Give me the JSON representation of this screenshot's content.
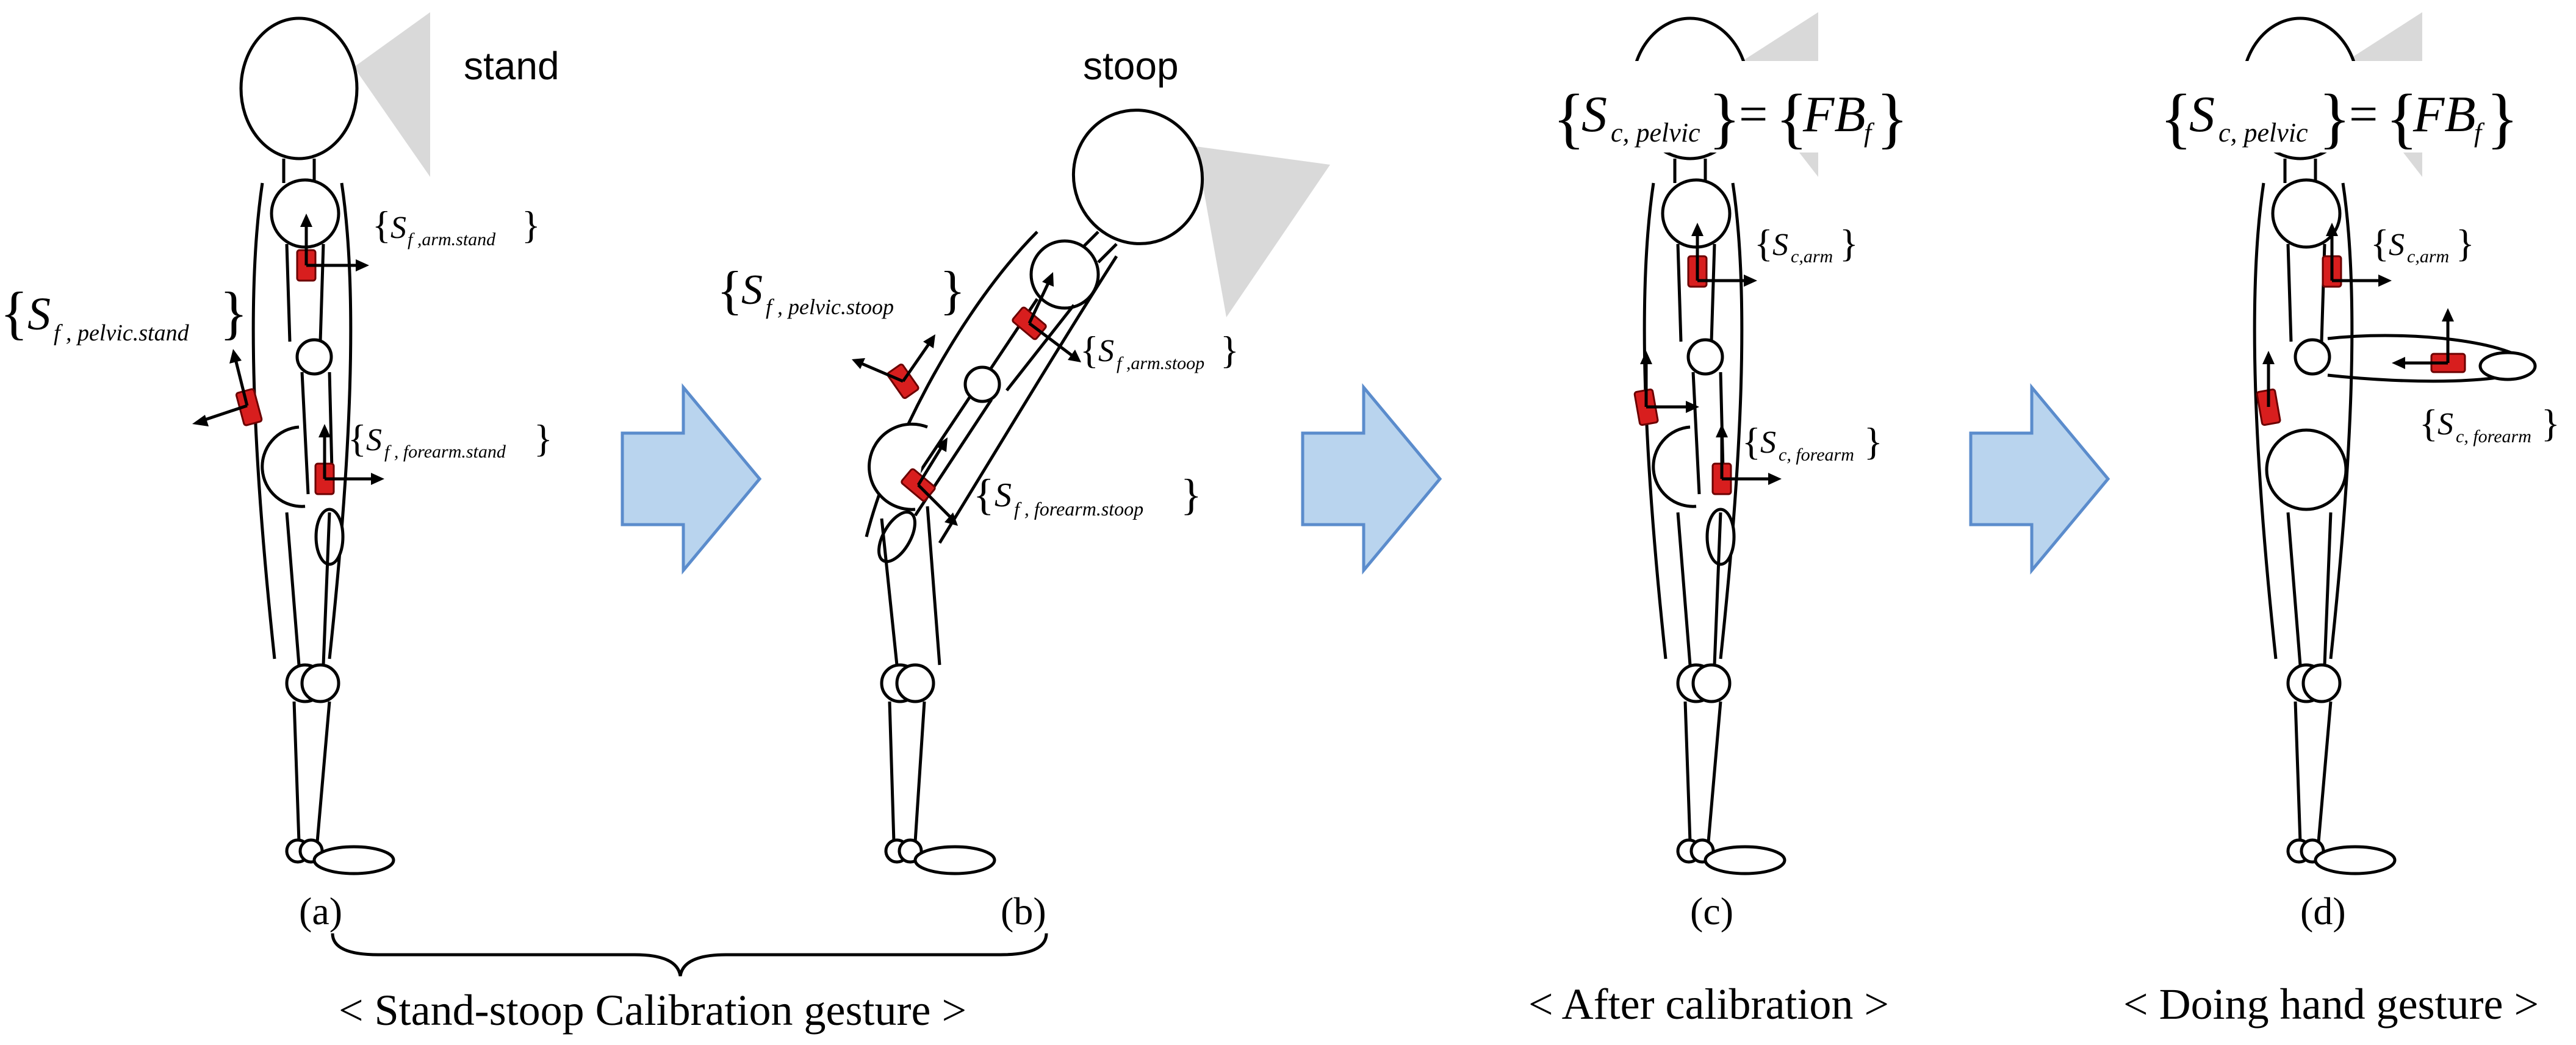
{
  "posture_labels": {
    "stand": "stand",
    "stoop": "stoop"
  },
  "panel_ids": [
    "(a)",
    "(b)",
    "(c)",
    "(d)"
  ],
  "captions": {
    "calibration_gesture": "< Stand-stoop Calibration gesture >",
    "after_calibration": "< After calibration >",
    "doing_hand_gesture": "< Doing hand gesture >"
  },
  "frames": {
    "a_arm": {
      "main": "S",
      "sub": "f ,arm.stand"
    },
    "a_pelvic": {
      "main": "S",
      "sub": "f , pelvic.stand"
    },
    "a_forearm": {
      "main": "S",
      "sub": "f , forearm.stand"
    },
    "b_pelvic": {
      "main": "S",
      "sub": "f , pelvic.stoop"
    },
    "b_arm": {
      "main": "S",
      "sub": "f ,arm.stoop"
    },
    "b_forearm": {
      "main": "S",
      "sub": "f , forearm.stoop"
    },
    "c_eq_left": {
      "main": "S",
      "sub": "c, pelvic"
    },
    "c_eq_right": {
      "main": "FB",
      "sub": "f"
    },
    "c_arm": {
      "main": "S",
      "sub": "c,arm"
    },
    "c_forearm": {
      "main": "S",
      "sub": "c, forearm"
    },
    "d_eq_left": {
      "main": "S",
      "sub": "c, pelvic"
    },
    "d_eq_right": {
      "main": "FB",
      "sub": "f"
    },
    "d_arm": {
      "main": "S",
      "sub": "c,arm"
    },
    "d_forearm": {
      "main": "S",
      "sub": "c, forearm"
    }
  },
  "colors": {
    "sensor": "#d81e1e",
    "flow_arrow_fill": "#b9d4ee",
    "flow_arrow_stroke": "#5b8ccc"
  }
}
